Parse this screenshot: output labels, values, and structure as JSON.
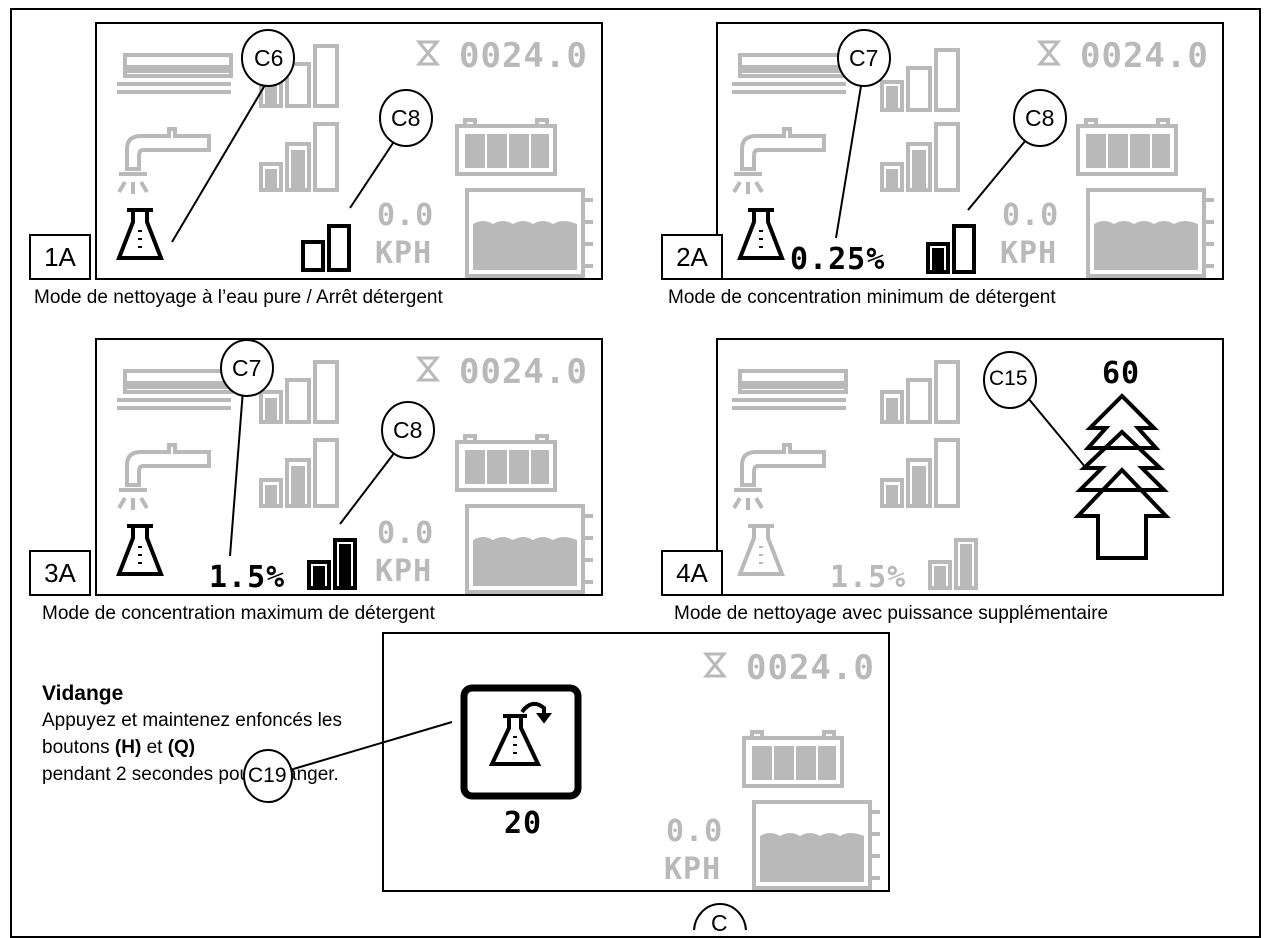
{
  "panels": [
    {
      "mode_tag": "1A",
      "caption": "Mode de nettoyage à l’eau pure / Arrêt détergent",
      "timer": "0024.0",
      "speed_value": "0.0",
      "speed_unit": "KPH",
      "percent": "",
      "callouts": [
        "C6",
        "C8"
      ]
    },
    {
      "mode_tag": "2A",
      "caption": "Mode de concentration minimum de détergent",
      "timer": "0024.0",
      "speed_value": "0.0",
      "speed_unit": "KPH",
      "percent": "0.25%",
      "callouts": [
        "C7",
        "C8"
      ]
    },
    {
      "mode_tag": "3A",
      "caption": "Mode de concentration maximum de détergent",
      "timer": "0024.0",
      "speed_value": "0.0",
      "speed_unit": "KPH",
      "percent": "1.5%",
      "callouts": [
        "C7",
        "C8"
      ]
    },
    {
      "mode_tag": "4A",
      "caption": "Mode de nettoyage avec puissance supplémentaire",
      "percent": "1.5%",
      "boost_seconds": "60",
      "callouts": [
        "C15"
      ]
    }
  ],
  "purge": {
    "title": "Vidange",
    "line1": "Appuyez et maintenez enfoncés les",
    "line2_prefix": "boutons ",
    "line2_h": "(H)",
    "line2_mid": " et ",
    "line2_q": "(Q)",
    "line3": "pendant 2 secondes pour vidanger.",
    "timer": "0024.0",
    "countdown": "20",
    "speed_value": "0.0",
    "speed_unit": "KPH",
    "callout": "C19"
  },
  "bottom_callout": "C",
  "colors": {
    "ink": "#000000",
    "dim": "#b9b9b9"
  }
}
